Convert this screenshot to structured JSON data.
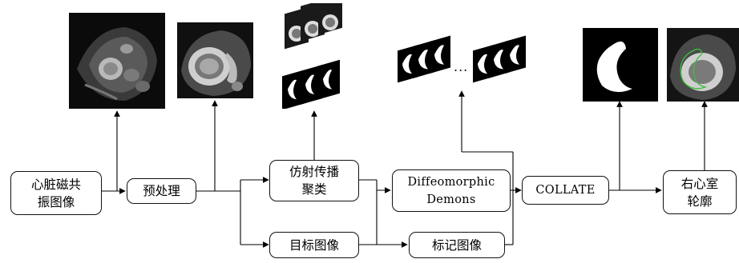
{
  "nodes": {
    "mri": "心脏磁共\n振图像",
    "preprocess": "预处理",
    "affine": "仿射传播\n聚类",
    "target": "目标图像",
    "demons": "Diffeomorphic\nDemons",
    "label": "标记图像",
    "collate": "COLLATE",
    "contour": "右心室\n轮廓"
  },
  "ellipsis": "..."
}
